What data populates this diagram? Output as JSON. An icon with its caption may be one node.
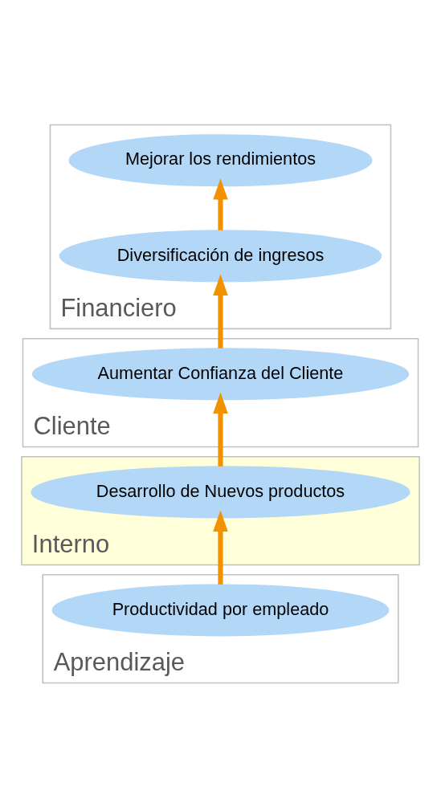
{
  "diagram": {
    "nodes": [
      {
        "text": [
          "Financiero"
        ]
      },
      {
        "text": [
          "Mejorar los rendimientos"
        ],
        "in": 0
      },
      {
        "text": [
          "Diversificación de ingresos"
        ],
        "in": 0
      },
      {
        "text": [
          "Cliente"
        ]
      },
      {
        "text": [
          "Aumentar Confianza del Cliente"
        ],
        "in": 3
      },
      {
        "text": [
          "Interno"
        ]
      },
      {
        "text": [
          "Desarrollo de Nuevos productos"
        ],
        "in": 5
      },
      {
        "text": [
          "Aprendizaje"
        ]
      },
      {
        "text": [
          "Productividad por empleado"
        ],
        "in": 7
      }
    ],
    "edges": [
      {
        "from": 8,
        "to": 6,
        "arrow": "to"
      },
      {
        "from": 6,
        "to": 4,
        "arrow": "to"
      },
      {
        "from": 4,
        "to": 2,
        "arrow": "to"
      },
      {
        "from": 2,
        "to": 1,
        "arrow": "to"
      }
    ]
  }
}
